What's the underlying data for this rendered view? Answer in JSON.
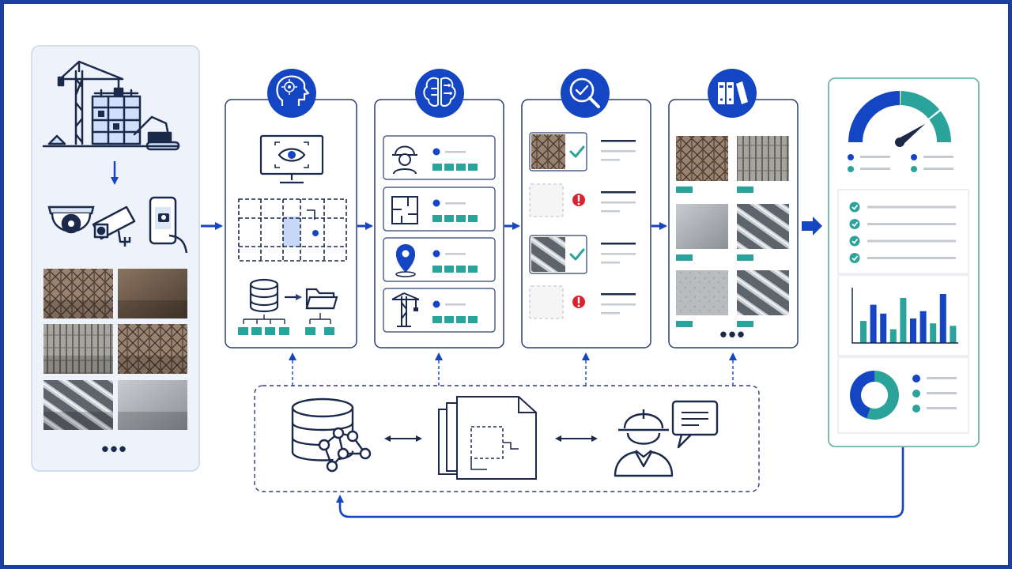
{
  "colors": {
    "navy": "#1b2a4a",
    "blue": "#1446c4",
    "teal": "#2aa39a",
    "panel_border": "#2b3f74",
    "source_bg": "#eef3fb",
    "source_border": "#c8d6ee",
    "dashboard_border": "#6db5a7",
    "line_gray": "#c5cad3",
    "alert_red": "#d9232e"
  },
  "ellipsis": "•••",
  "source_panel": {
    "icons": [
      "construction-site-icon",
      "dome-camera-icon",
      "cctv-camera-icon",
      "smartphone-camera-icon"
    ],
    "photo_count": 6
  },
  "stages": [
    {
      "key": "understanding",
      "badge_icon": "ai-head-icon",
      "content": [
        "vision-monitor-icon",
        "floor-plan-grid-icon",
        "database-to-folder-icon"
      ]
    },
    {
      "key": "classification",
      "badge_icon": "ai-brain-icon",
      "rows": [
        "worker-icon",
        "floor-plan-icon",
        "location-pin-icon",
        "tower-crane-icon"
      ]
    },
    {
      "key": "verification",
      "badge_icon": "magnifier-check-icon",
      "rows": [
        {
          "status": "ok"
        },
        {
          "status": "alert"
        },
        {
          "status": "ok"
        },
        {
          "status": "alert"
        }
      ]
    },
    {
      "key": "archive",
      "badge_icon": "binders-icon",
      "photo_count": 6
    }
  ],
  "dashboard": {
    "icons": [
      "gauge-icon",
      "checklist-icon",
      "bar-chart-icon",
      "donut-chart-icon"
    ],
    "checklist_count": 4,
    "bars": [
      {
        "value": 0.45,
        "color": "teal"
      },
      {
        "value": 0.78,
        "color": "blue"
      },
      {
        "value": 0.6,
        "color": "blue"
      },
      {
        "value": 0.28,
        "color": "teal"
      },
      {
        "value": 0.92,
        "color": "teal"
      },
      {
        "value": 0.5,
        "color": "blue"
      },
      {
        "value": 0.65,
        "color": "blue"
      },
      {
        "value": 0.4,
        "color": "teal"
      },
      {
        "value": 1.0,
        "color": "blue"
      },
      {
        "value": 0.35,
        "color": "teal"
      }
    ],
    "donut": [
      {
        "value": 0.55,
        "color": "teal"
      },
      {
        "value": 0.45,
        "color": "blue"
      }
    ],
    "gauge": {
      "value": 0.8
    }
  },
  "knowledge_base": {
    "icons": [
      "database-graph-icon",
      "documents-icon",
      "engineer-feedback-icon"
    ]
  }
}
